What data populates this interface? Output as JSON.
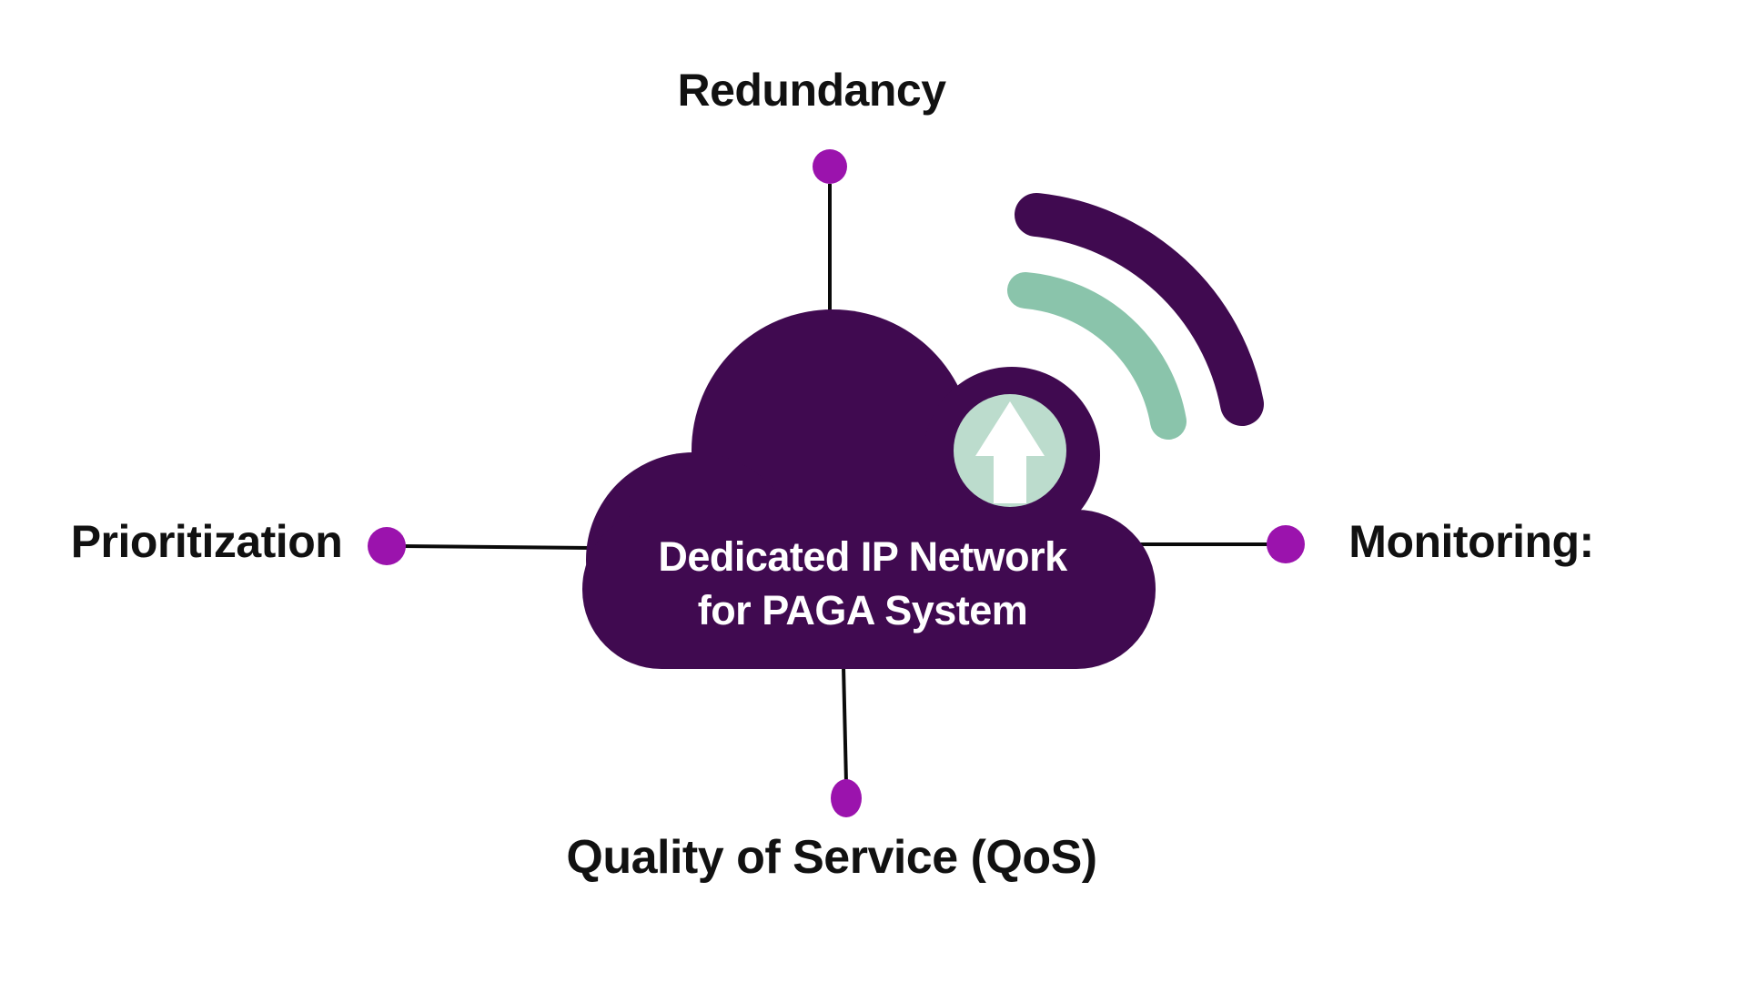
{
  "diagram": {
    "center": {
      "line1": "Dedicated IP Network",
      "line2": "for PAGA System"
    },
    "nodes": {
      "top": "Redundancy",
      "left": "Prioritization",
      "right": "Monitoring:",
      "bottom": "Quality of Service (QoS)"
    },
    "icons": [
      "cloud-icon",
      "signal-waves-icon",
      "upload-arrow-icon",
      "node-dot"
    ]
  },
  "colors": {
    "background": "#ffffff",
    "cloud": "#400a50",
    "dot": "#9b13ad",
    "arc_dark": "#400a50",
    "arc_teal": "#8ac4ab",
    "circle_teal": "#bcdccd",
    "line": "#0a0a0a",
    "label_text": "#111111",
    "white": "#ffffff"
  }
}
